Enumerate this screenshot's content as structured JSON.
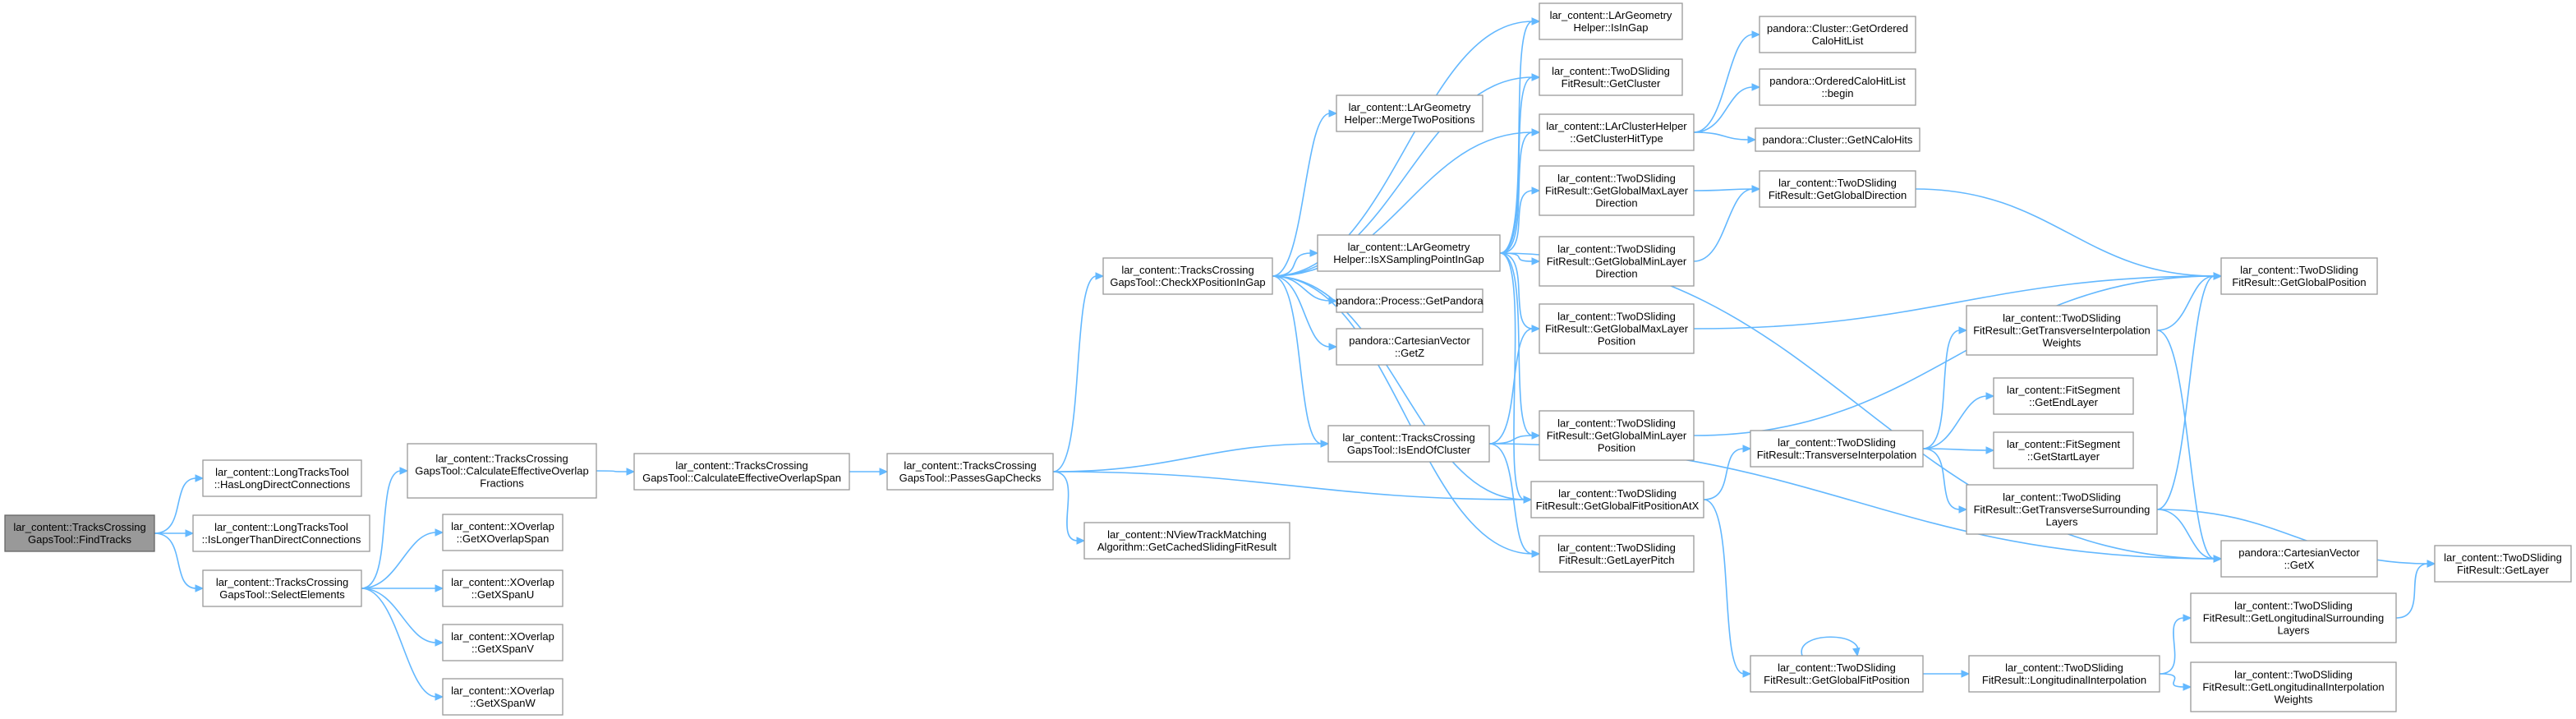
{
  "graph": {
    "edge_color": "#63b8ff",
    "node_border_color": "#999999",
    "root_fill_color": "#999999",
    "nodes": [
      {
        "id": "find_tracks",
        "lines": [
          "lar_content::TracksCrossing",
          "GapsTool::FindTracks"
        ],
        "root": true
      },
      {
        "id": "has_long_direct",
        "lines": [
          "lar_content::LongTracksTool",
          "::HasLongDirectConnections"
        ]
      },
      {
        "id": "is_longer_than_direct",
        "lines": [
          "lar_content::LongTracksTool",
          "::IsLongerThanDirectConnections"
        ]
      },
      {
        "id": "select_elements",
        "lines": [
          "lar_content::TracksCrossing",
          "GapsTool::SelectElements"
        ]
      },
      {
        "id": "calc_eff_overlap_fractions",
        "lines": [
          "lar_content::TracksCrossing",
          "GapsTool::CalculateEffectiveOverlap",
          "Fractions"
        ]
      },
      {
        "id": "get_x_overlap_span",
        "lines": [
          "lar_content::XOverlap",
          "::GetXOverlapSpan"
        ]
      },
      {
        "id": "get_x_span_u",
        "lines": [
          "lar_content::XOverlap",
          "::GetXSpanU"
        ]
      },
      {
        "id": "get_x_span_v",
        "lines": [
          "lar_content::XOverlap",
          "::GetXSpanV"
        ]
      },
      {
        "id": "get_x_span_w",
        "lines": [
          "lar_content::XOverlap",
          "::GetXSpanW"
        ]
      },
      {
        "id": "calc_eff_overlap_span",
        "lines": [
          "lar_content::TracksCrossing",
          "GapsTool::CalculateEffectiveOverlapSpan"
        ]
      },
      {
        "id": "passes_gap_checks",
        "lines": [
          "lar_content::TracksCrossing",
          "GapsTool::PassesGapChecks"
        ]
      },
      {
        "id": "check_x_position_in_gap",
        "lines": [
          "lar_content::TracksCrossing",
          "GapsTool::CheckXPositionInGap"
        ]
      },
      {
        "id": "is_end_of_cluster",
        "lines": [
          "lar_content::TracksCrossing",
          "GapsTool::IsEndOfCluster"
        ]
      },
      {
        "id": "get_cached_sliding_fit",
        "lines": [
          "lar_content::NViewTrackMatching",
          "Algorithm::GetCachedSlidingFitResult"
        ]
      },
      {
        "id": "merge_two_positions",
        "lines": [
          "lar_content::LArGeometry",
          "Helper::MergeTwoPositions"
        ]
      },
      {
        "id": "is_x_sampling_point_in_gap",
        "lines": [
          "lar_content::LArGeometry",
          "Helper::IsXSamplingPointInGap"
        ]
      },
      {
        "id": "get_pandora",
        "lines": [
          "pandora::Process::GetPandora"
        ]
      },
      {
        "id": "cartesian_get_z",
        "lines": [
          "pandora::CartesianVector",
          "::GetZ"
        ]
      },
      {
        "id": "is_in_gap",
        "lines": [
          "lar_content::LArGeometry",
          "Helper::IsInGap"
        ]
      },
      {
        "id": "get_cluster",
        "lines": [
          "lar_content::TwoDSliding",
          "FitResult::GetCluster"
        ]
      },
      {
        "id": "get_cluster_hit_type",
        "lines": [
          "lar_content::LArClusterHelper",
          "::GetClusterHitType"
        ]
      },
      {
        "id": "get_global_max_layer_direction",
        "lines": [
          "lar_content::TwoDSliding",
          "FitResult::GetGlobalMaxLayer",
          "Direction"
        ]
      },
      {
        "id": "get_global_min_layer_direction",
        "lines": [
          "lar_content::TwoDSliding",
          "FitResult::GetGlobalMinLayer",
          "Direction"
        ]
      },
      {
        "id": "get_global_max_layer_position",
        "lines": [
          "lar_content::TwoDSliding",
          "FitResult::GetGlobalMaxLayer",
          "Position"
        ]
      },
      {
        "id": "get_global_min_layer_position",
        "lines": [
          "lar_content::TwoDSliding",
          "FitResult::GetGlobalMinLayer",
          "Position"
        ]
      },
      {
        "id": "get_global_fit_position_at_x",
        "lines": [
          "lar_content::TwoDSliding",
          "FitResult::GetGlobalFitPositionAtX"
        ]
      },
      {
        "id": "get_layer_pitch",
        "lines": [
          "lar_content::TwoDSliding",
          "FitResult::GetLayerPitch"
        ]
      },
      {
        "id": "get_ordered_calo_hit_list",
        "lines": [
          "pandora::Cluster::GetOrdered",
          "CaloHitList"
        ]
      },
      {
        "id": "ordered_calo_hit_list_begin",
        "lines": [
          "pandora::OrderedCaloHitList",
          "::begin"
        ]
      },
      {
        "id": "get_n_calo_hits",
        "lines": [
          "pandora::Cluster::GetNCaloHits"
        ]
      },
      {
        "id": "get_global_direction",
        "lines": [
          "lar_content::TwoDSliding",
          "FitResult::GetGlobalDirection"
        ]
      },
      {
        "id": "transverse_interpolation",
        "lines": [
          "lar_content::TwoDSliding",
          "FitResult::TransverseInterpolation"
        ]
      },
      {
        "id": "get_global_fit_position",
        "lines": [
          "lar_content::TwoDSliding",
          "FitResult::GetGlobalFitPosition"
        ]
      },
      {
        "id": "get_transverse_interpolation_weights",
        "lines": [
          "lar_content::TwoDSliding",
          "FitResult::GetTransverseInterpolation",
          "Weights"
        ]
      },
      {
        "id": "get_end_layer",
        "lines": [
          "lar_content::FitSegment",
          "::GetEndLayer"
        ]
      },
      {
        "id": "get_start_layer",
        "lines": [
          "lar_content::FitSegment",
          "::GetStartLayer"
        ]
      },
      {
        "id": "get_transverse_surrounding_layers",
        "lines": [
          "lar_content::TwoDSliding",
          "FitResult::GetTransverseSurrounding",
          "Layers"
        ]
      },
      {
        "id": "longitudinal_interpolation",
        "lines": [
          "lar_content::TwoDSliding",
          "FitResult::LongitudinalInterpolation"
        ]
      },
      {
        "id": "get_global_position",
        "lines": [
          "lar_content::TwoDSliding",
          "FitResult::GetGlobalPosition"
        ]
      },
      {
        "id": "cartesian_get_x",
        "lines": [
          "pandora::CartesianVector",
          "::GetX"
        ]
      },
      {
        "id": "get_longitudinal_surrounding_layers",
        "lines": [
          "lar_content::TwoDSliding",
          "FitResult::GetLongitudinalSurrounding",
          "Layers"
        ]
      },
      {
        "id": "get_longitudinal_interpolation_weights",
        "lines": [
          "lar_content::TwoDSliding",
          "FitResult::GetLongitudinalInterpolation",
          "Weights"
        ]
      },
      {
        "id": "get_layer",
        "lines": [
          "lar_content::TwoDSliding",
          "FitResult::GetLayer"
        ]
      }
    ],
    "edges": [
      [
        "find_tracks",
        "has_long_direct"
      ],
      [
        "find_tracks",
        "is_longer_than_direct"
      ],
      [
        "find_tracks",
        "select_elements"
      ],
      [
        "select_elements",
        "calc_eff_overlap_fractions"
      ],
      [
        "select_elements",
        "get_x_overlap_span"
      ],
      [
        "select_elements",
        "get_x_span_u"
      ],
      [
        "select_elements",
        "get_x_span_v"
      ],
      [
        "select_elements",
        "get_x_span_w"
      ],
      [
        "calc_eff_overlap_fractions",
        "calc_eff_overlap_span"
      ],
      [
        "calc_eff_overlap_span",
        "passes_gap_checks"
      ],
      [
        "passes_gap_checks",
        "check_x_position_in_gap"
      ],
      [
        "passes_gap_checks",
        "is_end_of_cluster"
      ],
      [
        "passes_gap_checks",
        "get_cached_sliding_fit"
      ],
      [
        "passes_gap_checks",
        "get_global_fit_position_at_x"
      ],
      [
        "check_x_position_in_gap",
        "is_in_gap"
      ],
      [
        "check_x_position_in_gap",
        "get_cluster"
      ],
      [
        "check_x_position_in_gap",
        "merge_two_positions"
      ],
      [
        "check_x_position_in_gap",
        "get_cluster_hit_type"
      ],
      [
        "check_x_position_in_gap",
        "is_x_sampling_point_in_gap"
      ],
      [
        "check_x_position_in_gap",
        "get_pandora"
      ],
      [
        "check_x_position_in_gap",
        "cartesian_get_z"
      ],
      [
        "check_x_position_in_gap",
        "is_end_of_cluster"
      ],
      [
        "check_x_position_in_gap",
        "get_global_fit_position_at_x"
      ],
      [
        "check_x_position_in_gap",
        "get_layer_pitch"
      ],
      [
        "is_x_sampling_point_in_gap",
        "is_in_gap"
      ],
      [
        "is_x_sampling_point_in_gap",
        "get_cluster"
      ],
      [
        "is_x_sampling_point_in_gap",
        "get_cluster_hit_type"
      ],
      [
        "is_x_sampling_point_in_gap",
        "get_global_max_layer_direction"
      ],
      [
        "is_x_sampling_point_in_gap",
        "get_global_min_layer_direction"
      ],
      [
        "is_x_sampling_point_in_gap",
        "get_global_max_layer_position"
      ],
      [
        "is_x_sampling_point_in_gap",
        "get_global_min_layer_position"
      ],
      [
        "is_x_sampling_point_in_gap",
        "get_global_fit_position_at_x"
      ],
      [
        "is_x_sampling_point_in_gap",
        "cartesian_get_x"
      ],
      [
        "is_end_of_cluster",
        "get_global_max_layer_position"
      ],
      [
        "is_end_of_cluster",
        "get_global_min_layer_position"
      ],
      [
        "is_end_of_cluster",
        "get_layer_pitch"
      ],
      [
        "is_end_of_cluster",
        "cartesian_get_x"
      ],
      [
        "get_cluster_hit_type",
        "get_ordered_calo_hit_list"
      ],
      [
        "get_cluster_hit_type",
        "ordered_calo_hit_list_begin"
      ],
      [
        "get_cluster_hit_type",
        "get_n_calo_hits"
      ],
      [
        "get_global_max_layer_direction",
        "get_global_direction"
      ],
      [
        "get_global_min_layer_direction",
        "get_global_direction"
      ],
      [
        "get_global_max_layer_position",
        "get_global_position"
      ],
      [
        "get_global_min_layer_position",
        "get_global_position"
      ],
      [
        "get_global_direction",
        "get_global_position"
      ],
      [
        "get_global_fit_position_at_x",
        "transverse_interpolation"
      ],
      [
        "get_global_fit_position_at_x",
        "get_global_fit_position"
      ],
      [
        "transverse_interpolation",
        "get_transverse_interpolation_weights"
      ],
      [
        "transverse_interpolation",
        "get_end_layer"
      ],
      [
        "transverse_interpolation",
        "get_start_layer"
      ],
      [
        "transverse_interpolation",
        "get_transverse_surrounding_layers"
      ],
      [
        "get_transverse_interpolation_weights",
        "get_global_position"
      ],
      [
        "get_transverse_interpolation_weights",
        "cartesian_get_x"
      ],
      [
        "get_transverse_surrounding_layers",
        "get_global_position"
      ],
      [
        "get_transverse_surrounding_layers",
        "cartesian_get_x"
      ],
      [
        "get_transverse_surrounding_layers",
        "get_layer"
      ],
      [
        "get_global_fit_position",
        "get_global_fit_position"
      ],
      [
        "get_global_fit_position",
        "longitudinal_interpolation"
      ],
      [
        "longitudinal_interpolation",
        "get_longitudinal_surrounding_layers"
      ],
      [
        "longitudinal_interpolation",
        "get_longitudinal_interpolation_weights"
      ],
      [
        "get_longitudinal_surrounding_layers",
        "get_layer"
      ]
    ]
  }
}
